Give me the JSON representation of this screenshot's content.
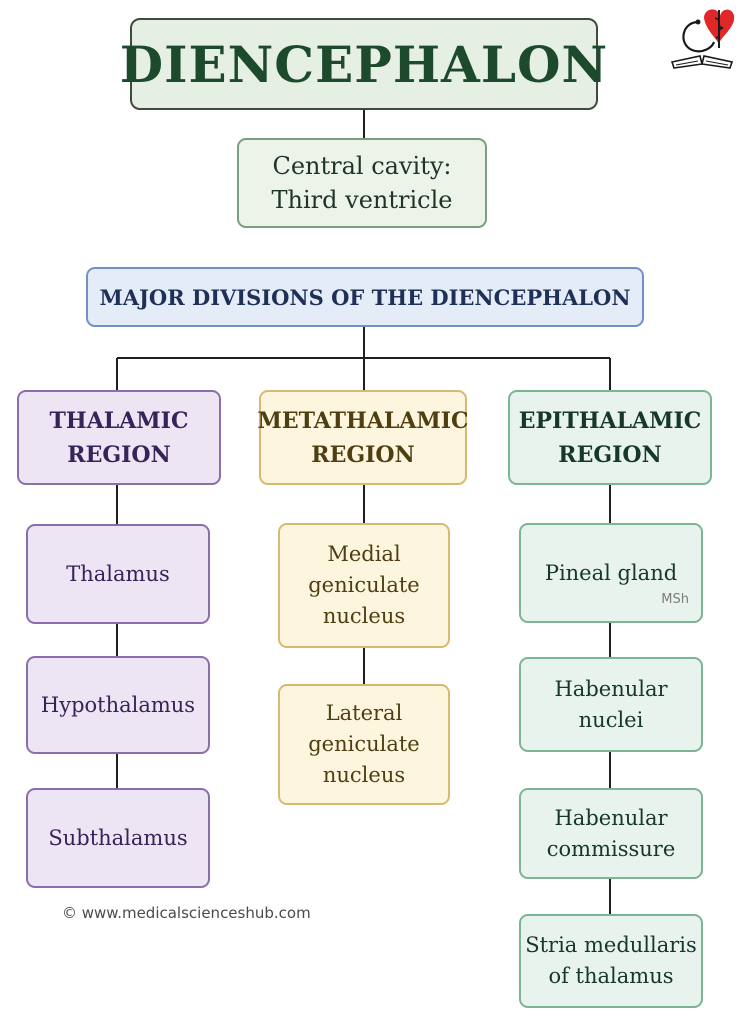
{
  "title": "DIENCEPHALON",
  "central_cavity": "Central cavity:\nThird ventricle",
  "divisions_heading": "MAJOR DIVISIONS OF THE DIENCEPHALON",
  "regions": [
    {
      "name": "THALAMIC\nREGION",
      "items": [
        "Thalamus",
        "Hypothalamus",
        "Subthalamus"
      ]
    },
    {
      "name": "METATHALAMIC\nREGION",
      "items": [
        "Medial\ngeniculate\nnucleus",
        "Lateral\ngeniculate\nnucleus"
      ]
    },
    {
      "name": "EPITHALAMIC\nREGION",
      "items": [
        "Pineal gland",
        "Habenular\nnuclei",
        "Habenular\ncommissure",
        "Stria medullaris\nof thalamus"
      ]
    }
  ],
  "watermark": "MSh",
  "copyright": "© www.medicalscienceshub.com",
  "logo": {
    "icon": "heart-stethoscope-book-logo",
    "colors": [
      "#e02828",
      "#1a1a1a"
    ]
  },
  "colors": {
    "thalamic": "#ede5f3",
    "metathalamic": "#fdf5de",
    "epithalamic": "#e7f3ec",
    "divisions": "#e3ecf7",
    "title": "#1d4a2c"
  }
}
